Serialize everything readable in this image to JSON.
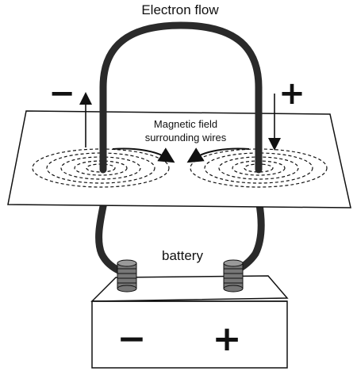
{
  "labels": {
    "title": "Electron flow",
    "field_line1": "Magnetic field",
    "field_line2": "surrounding wires",
    "battery": "battery"
  },
  "signs": {
    "top_negative": "−",
    "top_positive": "+",
    "battery_negative": "−",
    "battery_positive": "+"
  },
  "icons": {
    "terminal": "coil-terminal-icon",
    "arrow_up": "arrow-up-icon",
    "arrow_down": "arrow-down-icon"
  },
  "colors": {
    "stroke": "#111111",
    "wire": "#2a2a2a",
    "background": "#ffffff"
  }
}
